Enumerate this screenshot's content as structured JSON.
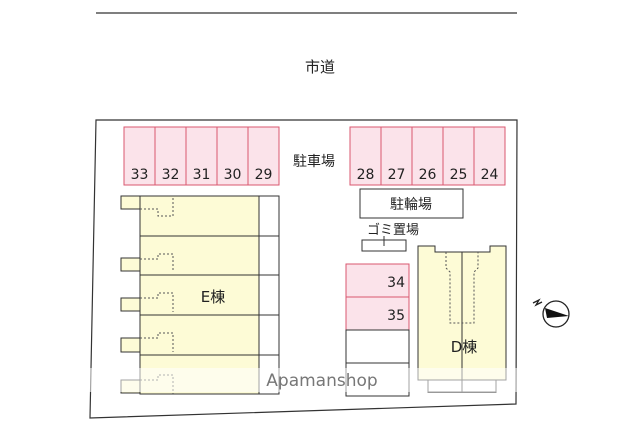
{
  "road_label": "市道",
  "parking_label": "駐車場",
  "bicycle_label": "駐輪場",
  "garbage_label": "ゴミ置場",
  "building_e_label": "E棟",
  "building_d_label": "D棟",
  "watermark": "Apamanshop",
  "parking_left": [
    "33",
    "32",
    "31",
    "30",
    "29"
  ],
  "parking_right": [
    "28",
    "27",
    "26",
    "25",
    "24"
  ],
  "parking_middle": [
    "34",
    "35"
  ],
  "colors": {
    "parking_fill": "#fbe3ea",
    "parking_stroke": "#d9576f",
    "building_fill": "#fdfbd6"
  }
}
